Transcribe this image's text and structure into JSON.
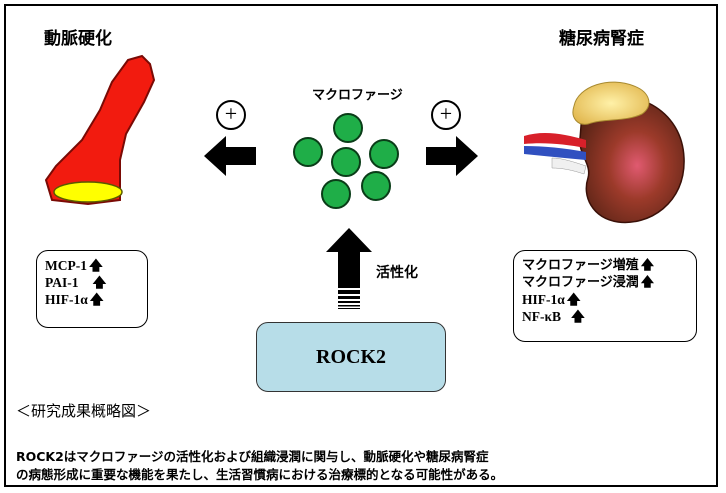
{
  "titles": {
    "left": "動脈硬化",
    "right": "糖尿病腎症",
    "center": "マクロファージ",
    "activation": "活性化"
  },
  "rock2_label": "ROCK2",
  "left_markers": [
    "MCP-1",
    "PAI-1",
    "HIF-1α"
  ],
  "right_markers": [
    "マクロファージ増殖",
    "マクロファージ浸潤",
    "HIF-1α",
    "NF-κB"
  ],
  "plus_symbol": "+",
  "caption": {
    "heading": "＜研究成果概略図＞",
    "line1": "ROCK2はマクロファージの活性化および組織浸潤に関与し、動脈硬化や糖尿病腎症",
    "line2": "の病態形成に重要な機能を果たし、生活習慣病における治療標的となる可能性がある。"
  },
  "colors": {
    "artery": "#f21b0f",
    "lumen": "#ffff00",
    "macrophage": "#1fae48",
    "rock2_box": "#b7dde8",
    "kidney": "#6b2c1c"
  }
}
